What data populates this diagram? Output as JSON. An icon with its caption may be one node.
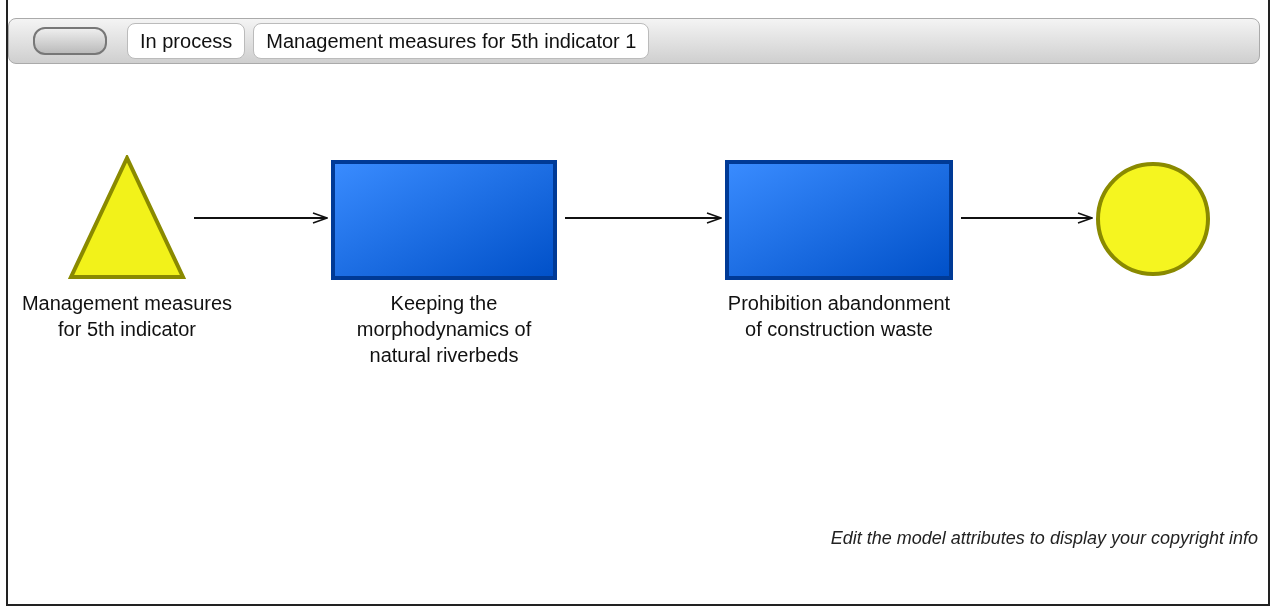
{
  "diagram": {
    "nodes": [
      {
        "text": [
          "Management measures for 5th indicator"
        ]
      },
      {
        "text": [
          "Keeping the morphodynamics of natural riverbeds"
        ]
      },
      {
        "text": [
          "Prohibition abandonment of construction waste"
        ]
      },
      {
        "text": [],
        "shape": "circle"
      }
    ],
    "edges": [
      {
        "from": 0,
        "to": 1,
        "arrow": "to"
      },
      {
        "from": 1,
        "to": 2,
        "arrow": "to"
      },
      {
        "from": 2,
        "to": 3,
        "arrow": "to"
      }
    ],
    "labels": [
      "In process",
      "Management measures for 5th indicator 1",
      "Edit the model attributes to display your copyright info"
    ]
  }
}
